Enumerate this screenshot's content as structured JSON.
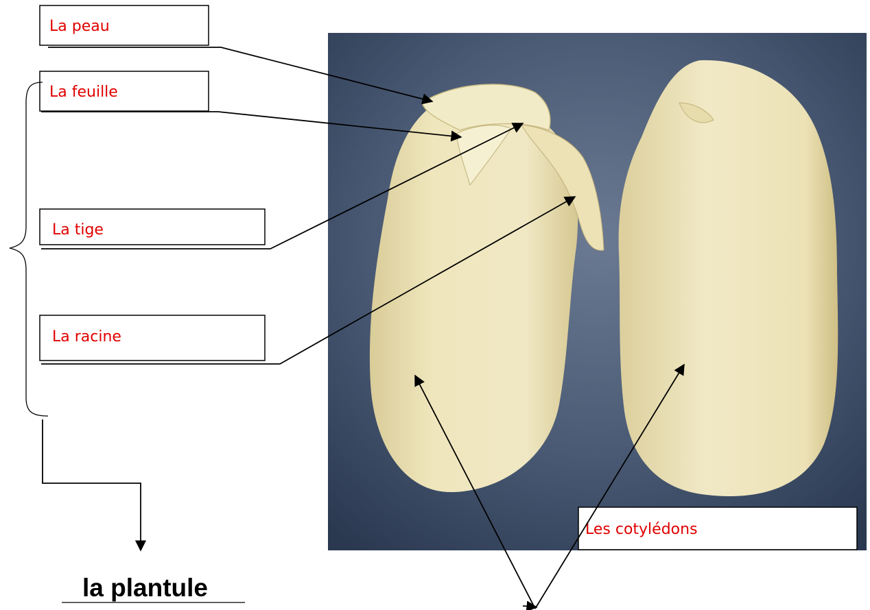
{
  "labels": {
    "peau": "La peau",
    "feuille": "La feuille",
    "tige": "La tige",
    "racine": "La racine",
    "cotyledons": "Les cotylédons"
  },
  "title": "la plantule",
  "colors": {
    "label_text": "#e00000",
    "lines": "#000000",
    "photo_background": "#3c4b63",
    "seed": "#ece2b3"
  }
}
